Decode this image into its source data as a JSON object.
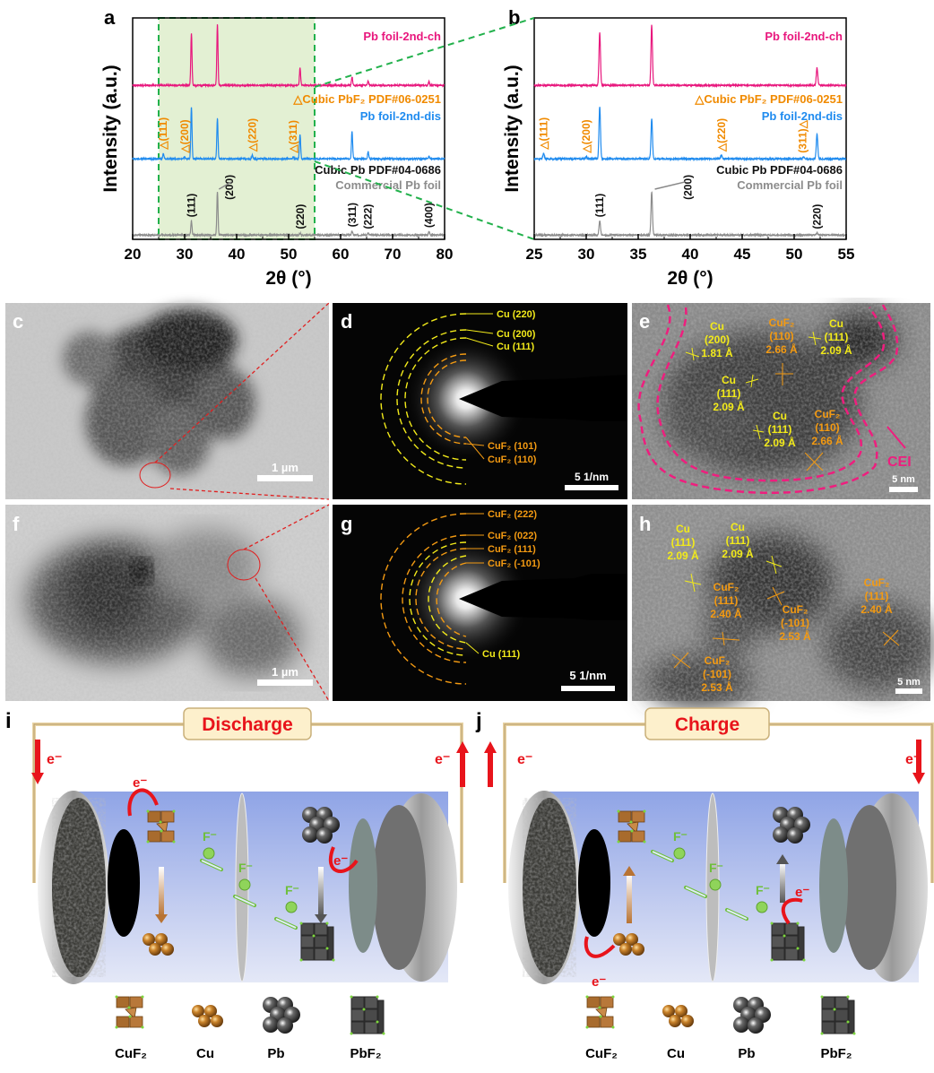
{
  "panel_letters": {
    "a": "a",
    "b": "b",
    "c": "c",
    "d": "d",
    "e": "e",
    "f": "f",
    "g": "g",
    "h": "h",
    "i": "i",
    "j": "j"
  },
  "colors": {
    "charge": "#e8177d",
    "discharge": "#1f8bef",
    "pbf2_ref": "#f08a00",
    "pb_ref": "#111111",
    "commercial": "#8c8c8c",
    "zoom_box": "#22b14c",
    "cu_label": "#f2ea1a",
    "cuf2_label": "#f39a12",
    "cei": "#ee1e7e",
    "arrow_red": "#e8141b",
    "fluoride": "#6fbf3c"
  },
  "chart_data": [
    {
      "panel": "a",
      "type": "line",
      "xlabel": "2θ (°)",
      "ylabel": "Intensity (a.u.)",
      "xlim": [
        20,
        80
      ],
      "xticks": [
        20,
        30,
        40,
        50,
        60,
        70,
        80
      ],
      "highlight_range": [
        25,
        55
      ],
      "series": [
        {
          "name": "Pb foil-2nd-ch",
          "key": "charge",
          "peaks": [
            [
              31.3,
              0.75
            ],
            [
              36.3,
              0.87
            ],
            [
              52.2,
              0.25
            ],
            [
              62.2,
              0.12
            ],
            [
              65.3,
              0.06
            ],
            [
              77.0,
              0.05
            ]
          ]
        },
        {
          "name": "Pb foil-2nd-dis",
          "key": "discharge",
          "peaks": [
            [
              25.9,
              0.08
            ],
            [
              30.0,
              0.03
            ],
            [
              31.3,
              0.75
            ],
            [
              36.3,
              0.58
            ],
            [
              43.0,
              0.05
            ],
            [
              50.9,
              0.03
            ],
            [
              52.2,
              0.35
            ],
            [
              62.2,
              0.4
            ],
            [
              65.3,
              0.1
            ],
            [
              77.0,
              0.04
            ]
          ]
        },
        {
          "name": "Commercial Pb foil",
          "key": "commercial",
          "peaks": [
            [
              31.3,
              0.2
            ],
            [
              36.3,
              0.62
            ],
            [
              52.2,
              0.03
            ],
            [
              62.2,
              0.06
            ],
            [
              65.3,
              0.03
            ],
            [
              77.0,
              0.05
            ]
          ]
        }
      ],
      "legend": {
        "charge": "Pb foil-2nd-ch",
        "pbf2_ref": "△Cubic PbF₂ PDF#06-0251",
        "discharge": "Pb foil-2nd-dis",
        "pb_ref": "Cubic Pb PDF#04-0686",
        "commercial": "Commercial Pb foil"
      },
      "annotations": [
        {
          "text": "△(111)",
          "x": 25.9,
          "on": "discharge",
          "key": "pbf2_ref"
        },
        {
          "text": "△(200)",
          "x": 30.0,
          "on": "discharge",
          "key": "pbf2_ref"
        },
        {
          "text": "△(220)",
          "x": 43.0,
          "on": "discharge",
          "key": "pbf2_ref"
        },
        {
          "text": "△(311)",
          "x": 50.9,
          "on": "discharge",
          "key": "pbf2_ref"
        },
        {
          "text": "(111)",
          "x": 31.3,
          "on": "commercial",
          "key": "pb_ref"
        },
        {
          "text": "(200)",
          "x": 38.6,
          "on": "commercial",
          "key": "pb_ref",
          "lift": 0.45
        },
        {
          "text": "(220)",
          "x": 52.2,
          "on": "commercial",
          "key": "pb_ref"
        },
        {
          "text": "(311)",
          "x": 62.2,
          "on": "commercial",
          "key": "pb_ref"
        },
        {
          "text": "(222)",
          "x": 65.3,
          "on": "commercial",
          "key": "pb_ref"
        },
        {
          "text": "(400)",
          "x": 77.0,
          "on": "commercial",
          "key": "pb_ref"
        }
      ]
    },
    {
      "panel": "b",
      "type": "line",
      "xlabel": "2θ (°)",
      "ylabel": "Intensity (a.u.)",
      "xlim": [
        25,
        55
      ],
      "xticks": [
        25,
        30,
        35,
        40,
        45,
        50,
        55
      ],
      "series": [
        {
          "name": "Pb foil-2nd-ch",
          "key": "charge",
          "peaks": [
            [
              31.3,
              0.75
            ],
            [
              36.3,
              0.87
            ],
            [
              52.2,
              0.25
            ]
          ]
        },
        {
          "name": "Pb foil-2nd-dis",
          "key": "discharge",
          "peaks": [
            [
              25.9,
              0.08
            ],
            [
              30.0,
              0.03
            ],
            [
              31.3,
              0.75
            ],
            [
              36.3,
              0.58
            ],
            [
              43.0,
              0.05
            ],
            [
              50.9,
              0.03
            ],
            [
              52.2,
              0.35
            ]
          ]
        },
        {
          "name": "Commercial Pb foil",
          "key": "commercial",
          "peaks": [
            [
              31.3,
              0.2
            ],
            [
              36.3,
              0.62
            ],
            [
              52.2,
              0.03
            ]
          ]
        }
      ],
      "legend": {
        "charge": "Pb foil-2nd-ch",
        "pbf2_ref": "△Cubic PbF₂ PDF#06-0251",
        "discharge": "Pb foil-2nd-dis",
        "pb_ref": "Cubic Pb PDF#04-0686",
        "commercial": "Commercial Pb foil"
      },
      "annotations": [
        {
          "text": "△(111)",
          "x": 25.9,
          "on": "discharge",
          "key": "pbf2_ref"
        },
        {
          "text": "△(200)",
          "x": 30.0,
          "on": "discharge",
          "key": "pbf2_ref"
        },
        {
          "text": "△(220)",
          "x": 43.0,
          "on": "discharge",
          "key": "pbf2_ref"
        },
        {
          "text": "(311)△",
          "x": 50.8,
          "on": "discharge",
          "key": "pbf2_ref"
        },
        {
          "text": "(111)",
          "x": 31.3,
          "on": "commercial",
          "key": "pb_ref"
        },
        {
          "text": "(200)",
          "x": 39.8,
          "on": "commercial",
          "key": "pb_ref",
          "lift": 0.45
        },
        {
          "text": "(220)",
          "x": 52.2,
          "on": "commercial",
          "key": "pb_ref"
        }
      ]
    }
  ],
  "tem": {
    "c": {
      "scale": "1 µm"
    },
    "d": {
      "scale": "5 1/nm",
      "rings": [
        "Cu (220)",
        "Cu (200)",
        "Cu (111)",
        "CuF₂ (101)",
        "CuF₂ (110)"
      ]
    },
    "e": {
      "scale": "5 nm",
      "cei": "CEI",
      "labels": [
        [
          "Cu",
          "(200)",
          "1.81 Å"
        ],
        [
          "CuF₂",
          "(110)",
          "2.66 Å"
        ],
        [
          "Cu",
          "(111)",
          "2.09 Å"
        ],
        [
          "Cu",
          "(111)",
          "2.09 Å"
        ],
        [
          "Cu",
          "(111)",
          "2.09 Å"
        ],
        [
          "CuF₂",
          "(110)",
          "2.66 Å"
        ]
      ]
    },
    "f": {
      "scale": "1 µm"
    },
    "g": {
      "scale": "5 1/nm",
      "rings": [
        "CuF₂ (222)",
        "CuF₂ (022)",
        "CuF₂ (111)",
        "CuF₂ (-101)",
        "Cu (111)"
      ]
    },
    "h": {
      "scale": "5 nm",
      "labels": [
        [
          "Cu",
          "(111)",
          "2.09 Å"
        ],
        [
          "Cu",
          "(111)",
          "2.09 Å"
        ],
        [
          "CuF₂",
          "(111)",
          "2.40 Å"
        ],
        [
          "CuF₂",
          "(-101)",
          "2.53 Å"
        ],
        [
          "CuF₂",
          "(111)",
          "2.40 Å"
        ],
        [
          "CuF₂",
          "(-101)",
          "2.53 Å"
        ]
      ]
    }
  },
  "schematic": {
    "i": {
      "title": "Discharge"
    },
    "j": {
      "title": "Charge"
    },
    "electron": "e⁻",
    "fluoride": "F⁻",
    "legend": [
      "CuF₂",
      "Cu",
      "Pb",
      "PbF₂"
    ]
  }
}
